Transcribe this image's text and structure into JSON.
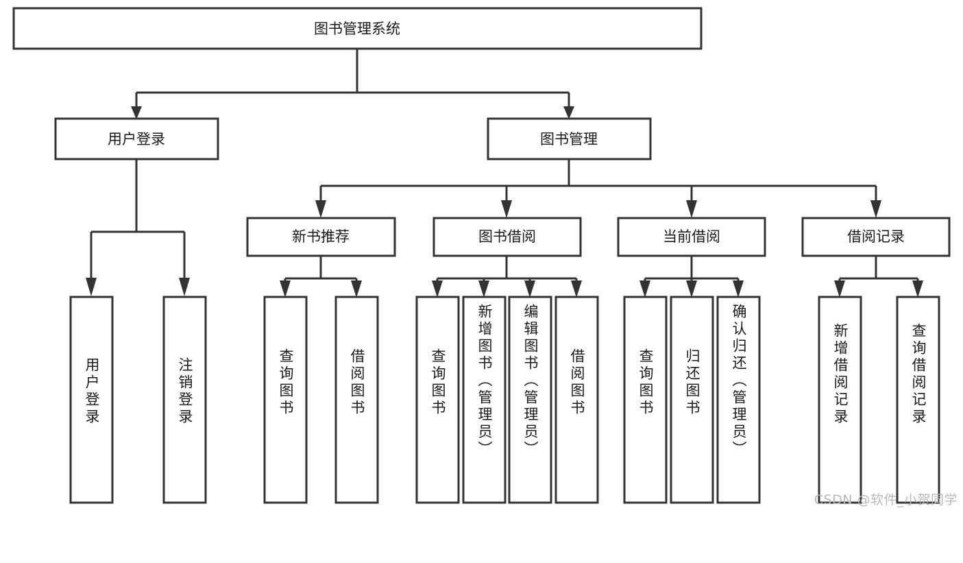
{
  "diagram": {
    "type": "hierarchy-tree",
    "title": "图书管理系统",
    "watermark": "CSDN @软件_小贺同学",
    "colors": {
      "background": "#ffffff",
      "box_fill": "#ffffff",
      "box_stroke": "#333333",
      "text": "#1a1a1a",
      "watermark": "#b9b9b9"
    },
    "root": {
      "id": "root",
      "label": "图书管理系统",
      "level": 0,
      "orientation": "horizontal"
    },
    "level1": [
      {
        "id": "user-login",
        "label": "用户登录",
        "level": 1,
        "orientation": "horizontal",
        "parent": "root"
      },
      {
        "id": "book-manage",
        "label": "图书管理",
        "level": 1,
        "orientation": "horizontal",
        "parent": "root"
      }
    ],
    "level2": [
      {
        "id": "new-book-rec",
        "label": "新书推荐",
        "level": 2,
        "orientation": "horizontal",
        "parent": "book-manage"
      },
      {
        "id": "book-borrow",
        "label": "图书借阅",
        "level": 2,
        "orientation": "horizontal",
        "parent": "book-manage"
      },
      {
        "id": "current-borrow",
        "label": "当前借阅",
        "level": 2,
        "orientation": "horizontal",
        "parent": "book-manage"
      },
      {
        "id": "borrow-record",
        "label": "借阅记录",
        "level": 2,
        "orientation": "horizontal",
        "parent": "book-manage"
      }
    ],
    "leaves": [
      {
        "id": "leaf-user-login",
        "label": "用户登录",
        "orientation": "vertical",
        "parent": "user-login"
      },
      {
        "id": "leaf-user-logout",
        "label": "注销登录",
        "orientation": "vertical",
        "parent": "user-login"
      },
      {
        "id": "leaf-query-book-1",
        "label": "查询图书",
        "orientation": "vertical",
        "parent": "new-book-rec"
      },
      {
        "id": "leaf-borrow-book-1",
        "label": "借阅图书",
        "orientation": "vertical",
        "parent": "new-book-rec"
      },
      {
        "id": "leaf-query-book-2",
        "label": "查询图书",
        "orientation": "vertical",
        "parent": "book-borrow"
      },
      {
        "id": "leaf-add-book",
        "label": "新增图书（管理员）",
        "orientation": "vertical",
        "parent": "book-borrow"
      },
      {
        "id": "leaf-edit-book",
        "label": "编辑图书（管理员）",
        "orientation": "vertical",
        "parent": "book-borrow"
      },
      {
        "id": "leaf-borrow-book-2",
        "label": "借阅图书",
        "orientation": "vertical",
        "parent": "book-borrow"
      },
      {
        "id": "leaf-query-book-3",
        "label": "查询图书",
        "orientation": "vertical",
        "parent": "current-borrow"
      },
      {
        "id": "leaf-return-book",
        "label": "归还图书",
        "orientation": "vertical",
        "parent": "current-borrow"
      },
      {
        "id": "leaf-confirm-return",
        "label": "确认归还（管理员）",
        "orientation": "vertical",
        "parent": "current-borrow"
      },
      {
        "id": "leaf-add-record",
        "label": "新增借阅记录",
        "orientation": "vertical",
        "parent": "borrow-record"
      },
      {
        "id": "leaf-query-record",
        "label": "查询借阅记录",
        "orientation": "vertical",
        "parent": "borrow-record"
      }
    ]
  }
}
